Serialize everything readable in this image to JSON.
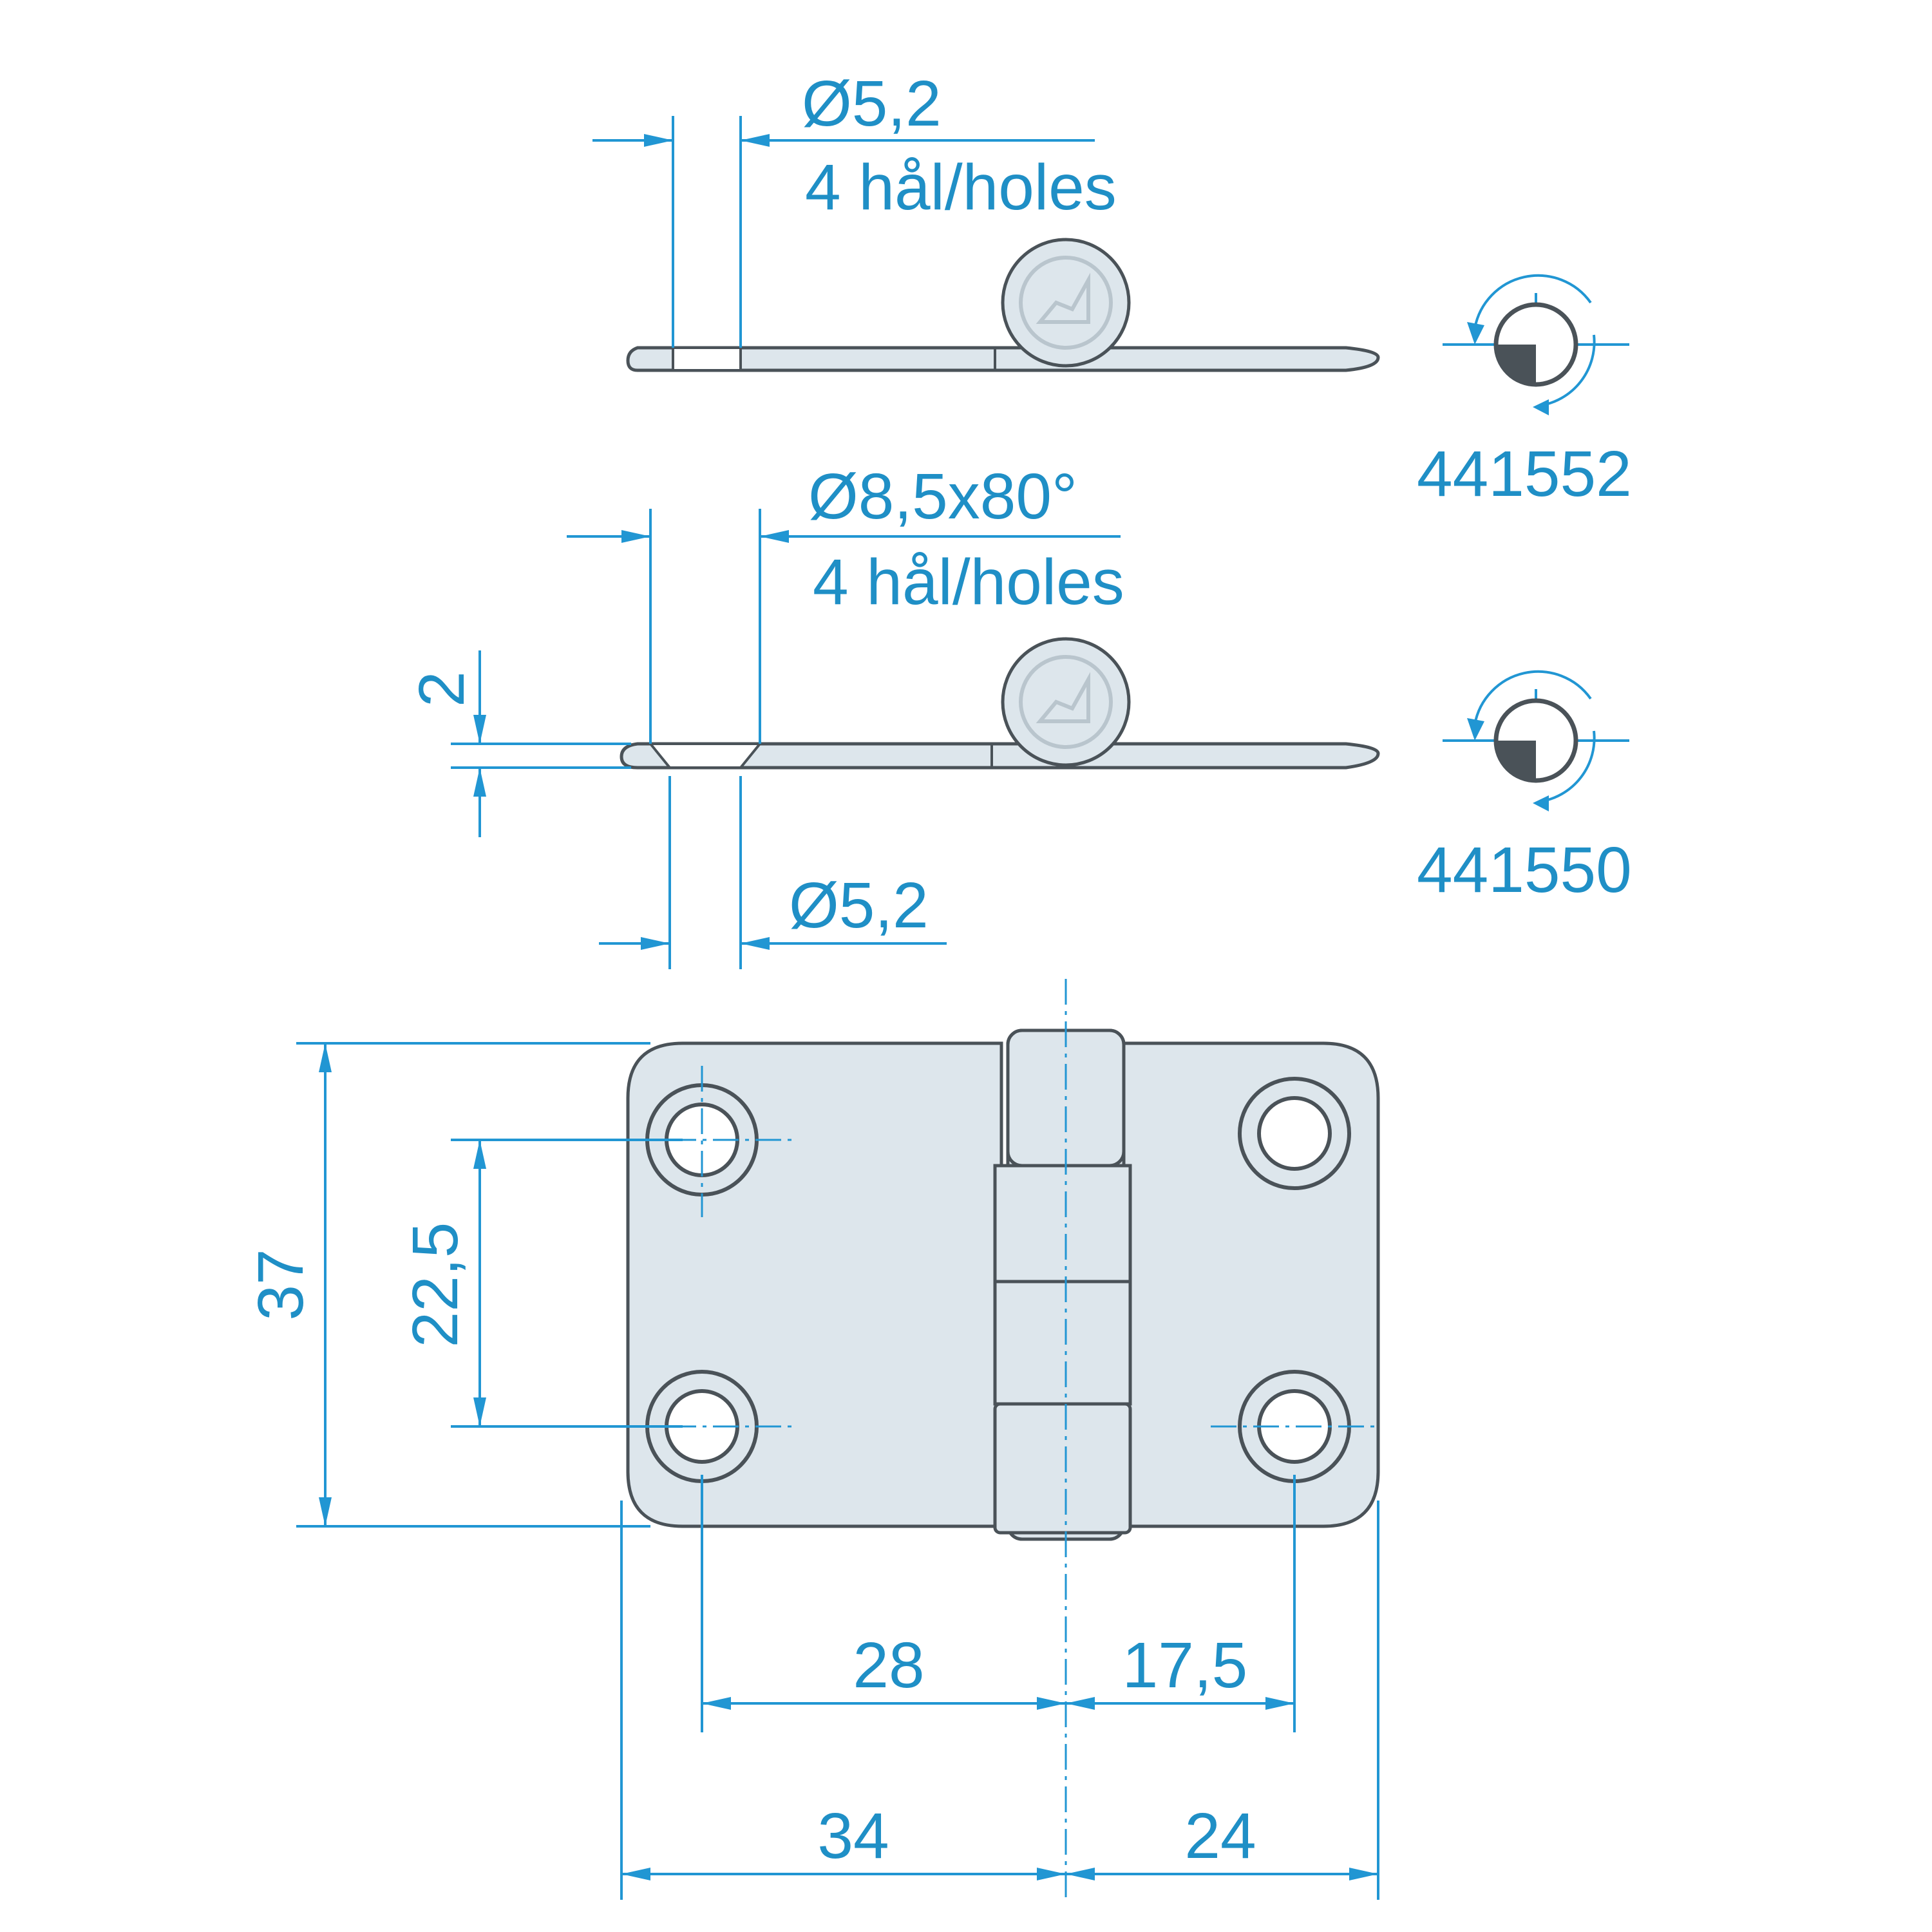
{
  "top_view": {
    "hole_dia": "Ø5,2",
    "hole_note": "4 hål/holes",
    "article": "441552"
  },
  "middle_view": {
    "countersink": "Ø8,5x80°",
    "hole_note": "4 hål/holes",
    "thickness": "2",
    "hole_dia": "Ø5,2",
    "article": "441550"
  },
  "plan_view": {
    "height_total": "37",
    "hole_spacing_vertical": "22,5",
    "hole_to_pin_left": "28",
    "hole_to_pin_right": "17,5",
    "leaf_left_width": "34",
    "leaf_right_width": "24"
  },
  "colors": {
    "dimension": "#2196d3",
    "text": "#1f8fc6",
    "part_fill": "#dde6ec",
    "part_outline": "#4a5258"
  }
}
